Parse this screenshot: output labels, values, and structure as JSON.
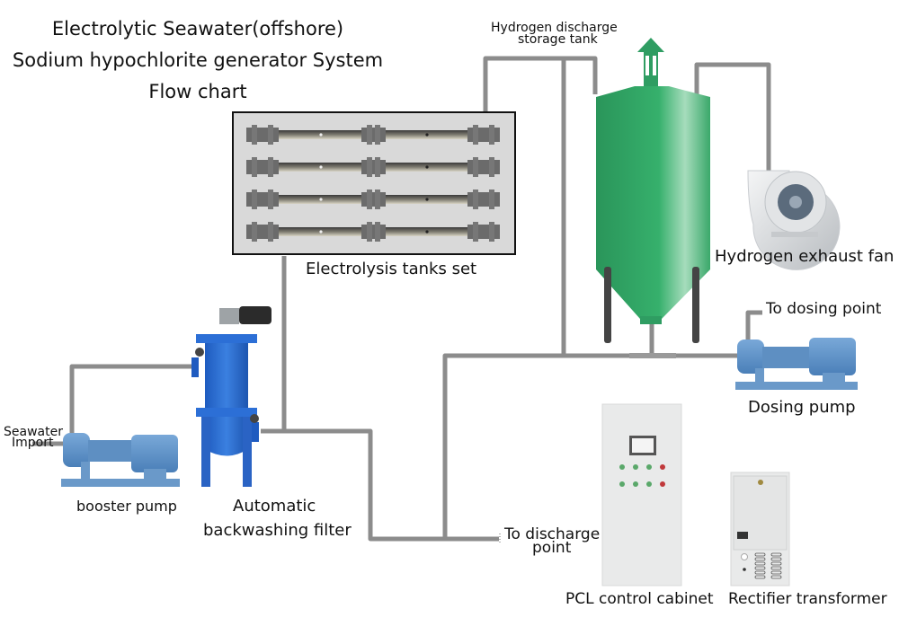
{
  "title": {
    "line1": "Electrolytic Seawater(offshore)",
    "line2": "Sodium hypochlorite generator System",
    "line3": "Flow chart"
  },
  "components": {
    "electrolysis_tanks": {
      "label": "Electrolysis tanks set",
      "cell_rows": 4
    },
    "hydrogen_tank": {
      "label_line1": "Hydrogen discharge",
      "label_line2": "storage tank"
    },
    "exhaust_fan": {
      "label": "Hydrogen exhaust fan"
    },
    "dosing_pump": {
      "label": "Dosing pump",
      "outlet_label": "To dosing point"
    },
    "booster_pump": {
      "label": "booster pump",
      "inlet_label_line1": "Seawater",
      "inlet_label_line2": "Import"
    },
    "filter": {
      "label_line1": "Automatic",
      "label_line2": "backwashing filter"
    },
    "discharge": {
      "label_line1": "To discharge",
      "label_line2": "point"
    },
    "plc_cabinet": {
      "label": "PCL control cabinet",
      "indicator_colors": [
        "#5aa86a",
        "#5aa86a",
        "#5aa86a",
        "#c0393b"
      ]
    },
    "rectifier": {
      "label": "Rectifier transformer"
    }
  },
  "colors": {
    "pipe": "#8c8c8c",
    "tank_green": "#2fa865",
    "equipment_blue": "#2f6fd0",
    "pump_blue": "#5b8fc4",
    "cabinet_gray": "#e9eaea"
  }
}
